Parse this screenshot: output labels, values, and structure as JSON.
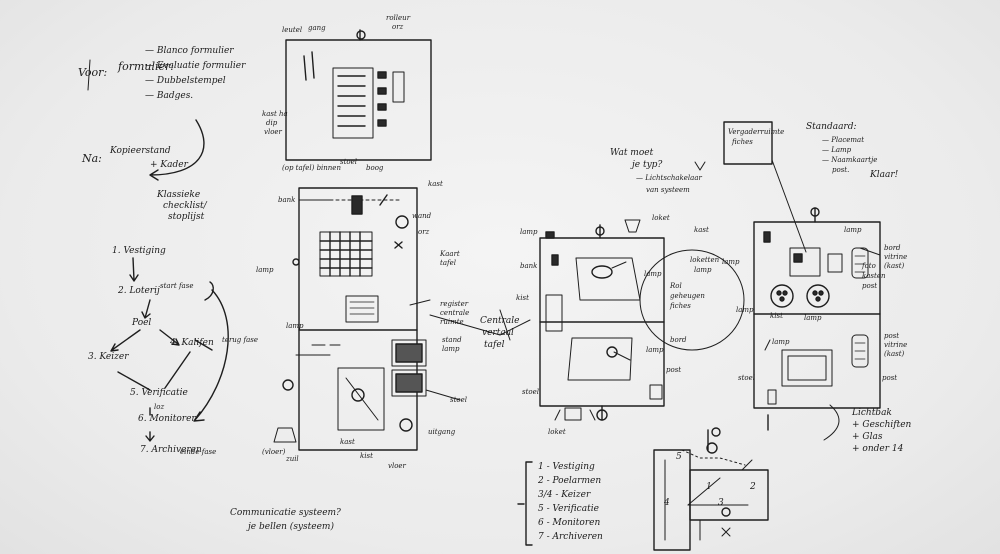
{
  "left_notes": {
    "voor_heading": "Voor:",
    "voor_item_0": "formulier:",
    "voor_item_1": "— Blanco formulier",
    "voor_item_2": "— Evaluatie formulier",
    "voor_item_3": "— Dubbelstempel",
    "voor_item_4": "— Badges.",
    "na_heading": "Na:",
    "na_line_0": "Kopieerstand",
    "na_line_1": "+ Kader",
    "arrow_note_0": "Klassieke",
    "arrow_note_1": "checklist/",
    "arrow_note_2": "stoplijst"
  },
  "process_flow": {
    "step_1": "1. Vestiging",
    "step_2": "2. Loterij",
    "step_2_note": "start fase",
    "hub": "Poel",
    "step_3": "3. Keizer",
    "step_4": "4. Kalifen",
    "step_5": "5. Verificatie",
    "step_5_note": "loz",
    "step_6": "6. Monitoren",
    "step_7": "7. Archiveren",
    "end_note": "einde fase",
    "side_note": "terug fase"
  },
  "floorplan_left": {
    "top_label_0": "leutel",
    "top_label_1": "gang",
    "top_label_2": "rolleur",
    "top_label_3": "orz",
    "left_note_0": "kast ha",
    "left_note_1": "dip",
    "left_note_2": "vloer",
    "bottom_note": "(op tafel) binnen",
    "room_labels": [
      "stoel",
      "boog",
      "kast",
      "bank",
      "lamp",
      "lamp",
      "wand",
      "orz"
    ],
    "right_note_0": "Kaart",
    "right_note_1": "tafel",
    "right_note_2": "register",
    "right_note_3": "centrale",
    "right_note_4": "ruimte",
    "center_note_0": "Centrale",
    "center_note_1": "vertaal",
    "center_note_2": "tafel",
    "booth_note_0": "stand",
    "booth_note_1": "lamp",
    "door_note": "uitgang",
    "stoel_note": "stoel",
    "lower_note_0": "kast",
    "lower_note_1": "kist",
    "lower_note_2": "vloer",
    "lower_note_3": "(vloer)",
    "corner_note": "zuil"
  },
  "bottom_notes": {
    "line_0": "Communicatie systeem?",
    "line_1": "je bellen (systeem)"
  },
  "right_sketches": {
    "top_question_0": "Wat moet",
    "top_question_1": "je typ?",
    "top_question_2": "— Lichtschakelaar",
    "top_question_3": "van systeem",
    "box_label_0": "Vergaderruimte",
    "box_label_1": "fiches",
    "standards_0": "Standaard:",
    "standards_1": "— Placemat",
    "standards_2": "— Lamp",
    "standards_3": "— Naamkaartje",
    "standards_4": "post.",
    "standards_5": "Klaar!",
    "center_circle_0": "Rol",
    "center_circle_1": "geheugen",
    "center_circle_2": "fiches",
    "left_room_labels": [
      "loket",
      "lamp",
      "bank",
      "kist",
      "stoel",
      "lamp",
      "lamp",
      "bord",
      "loket",
      "post",
      "kast"
    ],
    "right_room_labels": [
      "lamp",
      "lamp",
      "kist",
      "lamp",
      "lamp",
      "stoel",
      "post",
      "lamp"
    ],
    "side_labels": [
      "loketten",
      "lamp",
      "foto",
      "kasten",
      "post"
    ],
    "right_col_0": "Lichtbak",
    "right_col_1": "+ Geschiften",
    "right_col_2": "+ Glas",
    "right_col_3": "+ onder 14",
    "right_top_0": "bord",
    "right_top_1": "vitrine",
    "right_top_2": "(kast)",
    "right_mid_0": "post",
    "right_mid_1": "vitrine",
    "right_mid_2": "(kast)"
  },
  "legend": {
    "items": [
      "1 - Vestiging",
      "2 - Poelarmen",
      "3/4 - Keizer",
      "5 - Verificatie",
      "6 - Monitoren",
      "7 - Archiveren"
    ]
  },
  "mini_plan": {
    "labels": [
      "5",
      "1",
      "2",
      "4",
      "3"
    ]
  }
}
